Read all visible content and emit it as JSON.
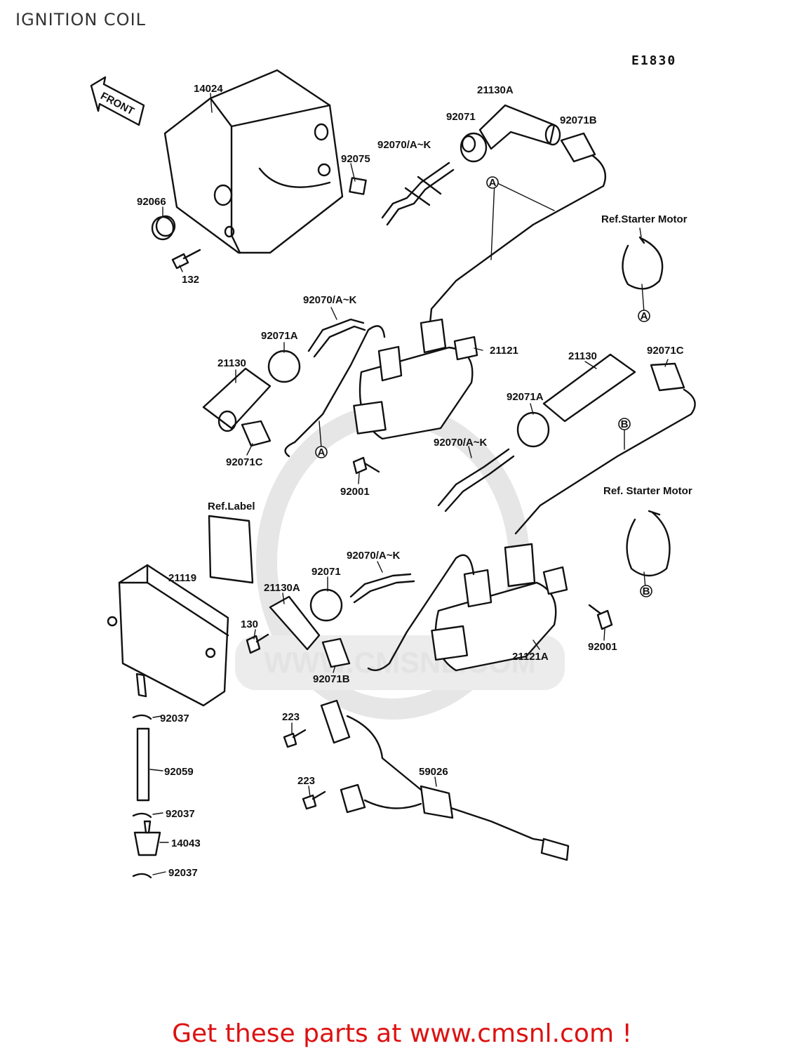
{
  "page": {
    "title": "IGNITION COIL",
    "diagram_code": "E1830",
    "front_arrow_label": "FRONT",
    "footer": "Get these parts at www.cmsnl.com !",
    "watermark": "WWW.CMSNL.COM"
  },
  "parts": [
    {
      "key": "p14024",
      "label": "14024"
    },
    {
      "key": "p21130A_top",
      "label": "21130A"
    },
    {
      "key": "p92071_top",
      "label": "92071"
    },
    {
      "key": "p92071B_top",
      "label": "92071B"
    },
    {
      "key": "p92070_1",
      "label": "92070/A~K"
    },
    {
      "key": "p92075",
      "label": "92075"
    },
    {
      "key": "p92066",
      "label": "92066"
    },
    {
      "key": "p132",
      "label": "132"
    },
    {
      "key": "ref_starter_1",
      "label": "Ref.Starter Motor"
    },
    {
      "key": "p92070_2",
      "label": "92070/A~K"
    },
    {
      "key": "p92071A_1",
      "label": "92071A"
    },
    {
      "key": "p21130_1",
      "label": "21130"
    },
    {
      "key": "p21121",
      "label": "21121"
    },
    {
      "key": "p92071C_1",
      "label": "92071C"
    },
    {
      "key": "p21130_2",
      "label": "21130"
    },
    {
      "key": "p92071C_2",
      "label": "92071C"
    },
    {
      "key": "p92071A_2",
      "label": "92071A"
    },
    {
      "key": "p92070_3",
      "label": "92070/A~K"
    },
    {
      "key": "p92001_1",
      "label": "92001"
    },
    {
      "key": "ref_label",
      "label": "Ref.Label"
    },
    {
      "key": "ref_starter_2",
      "label": "Ref. Starter Motor"
    },
    {
      "key": "p92070_4",
      "label": "92070/A~K"
    },
    {
      "key": "p92071_2",
      "label": "92071"
    },
    {
      "key": "p21119",
      "label": "21119"
    },
    {
      "key": "p21130A_2",
      "label": "21130A"
    },
    {
      "key": "p130",
      "label": "130"
    },
    {
      "key": "p92071B_2",
      "label": "92071B"
    },
    {
      "key": "p21121A",
      "label": "21121A"
    },
    {
      "key": "p92001_2",
      "label": "92001"
    },
    {
      "key": "p92037_1",
      "label": "92037"
    },
    {
      "key": "p92059",
      "label": "92059"
    },
    {
      "key": "p92037_2",
      "label": "92037"
    },
    {
      "key": "p14043",
      "label": "14043"
    },
    {
      "key": "p92037_3",
      "label": "92037"
    },
    {
      "key": "p223_1",
      "label": "223"
    },
    {
      "key": "p223_2",
      "label": "223"
    },
    {
      "key": "p59026",
      "label": "59026"
    }
  ],
  "callouts": {
    "a": "A",
    "b": "B"
  }
}
